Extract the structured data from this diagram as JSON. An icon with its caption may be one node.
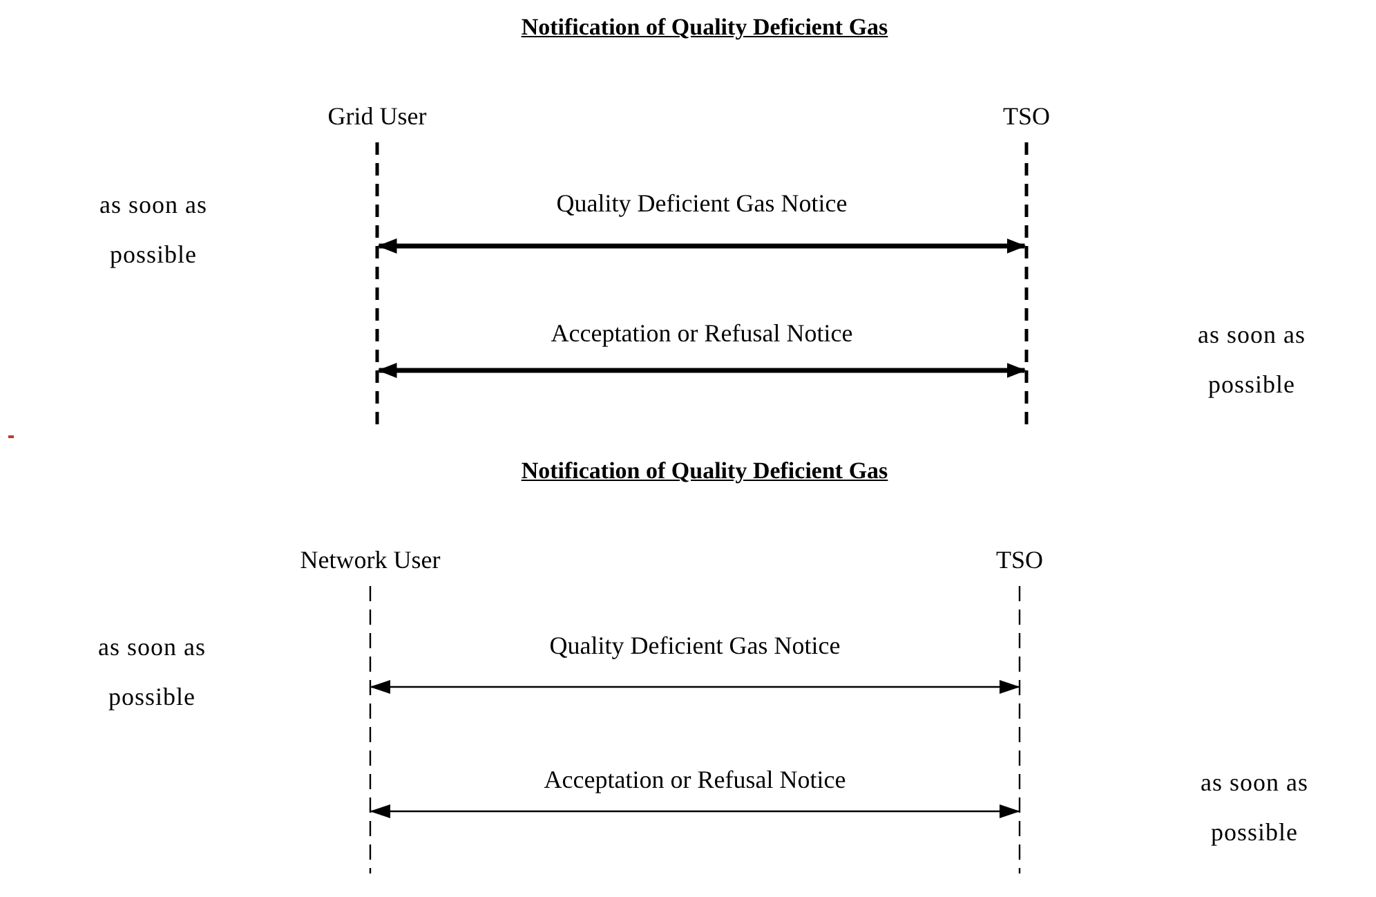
{
  "diagram": {
    "title": "Notification of Quality Deficient Gas",
    "nodes": [
      {
        "text": [
          "Grid User"
        ]
      },
      {
        "text": [
          "TSO"
        ]
      },
      {
        "text": [
          "Network User"
        ]
      },
      {
        "text": [
          "TSO"
        ]
      }
    ],
    "edges": [
      {
        "from": 0,
        "to": 1,
        "arrow": "both",
        "label": "Quality Deficient Gas Notice",
        "style": "thick"
      },
      {
        "from": 0,
        "to": 1,
        "arrow": "both",
        "label": "Acceptation or Refusal Notice",
        "style": "thick"
      },
      {
        "from": 2,
        "to": 3,
        "arrow": "both",
        "label": "Quality Deficient Gas Notice"
      },
      {
        "from": 2,
        "to": 3,
        "arrow": "both",
        "label": "Acceptation or Refusal Notice"
      }
    ],
    "labels": [
      "as soon as possible",
      "as soon as possible",
      "Notification of Quality Deficient Gas",
      "as soon as possible",
      "as soon as possible"
    ]
  }
}
